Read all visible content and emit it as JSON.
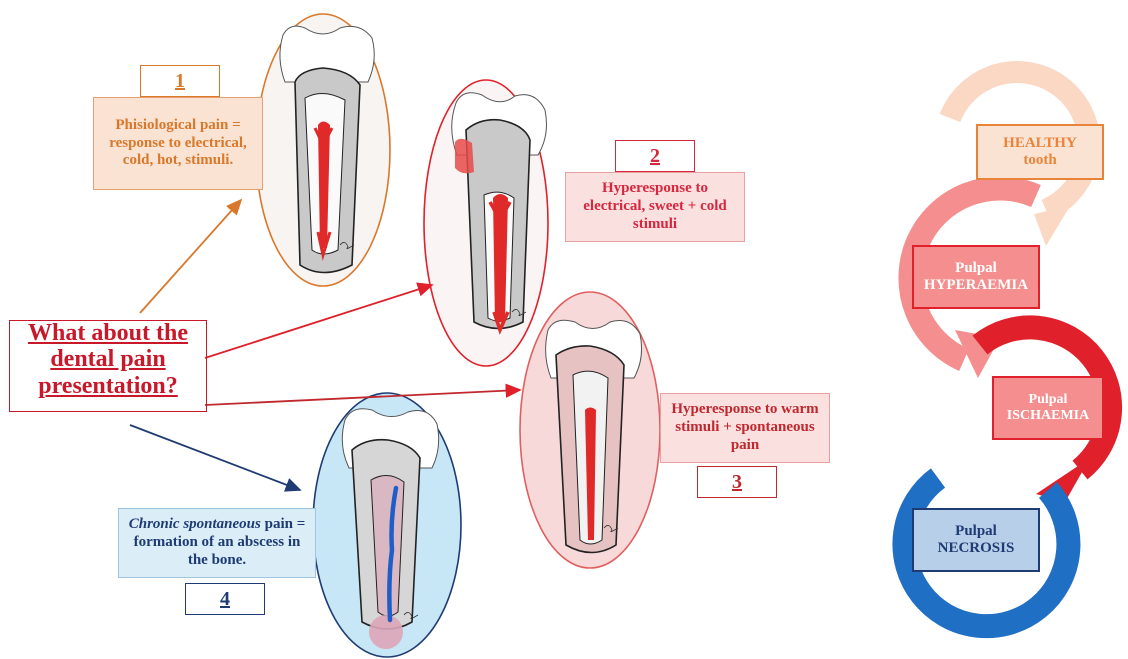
{
  "question": {
    "line1": "What about the",
    "line2": "dental pain",
    "line3": "presentation?"
  },
  "stages": [
    {
      "number": "1",
      "text": "Phisiological pain = response to electrical, cold, hot, stimuli.",
      "color": "#d9782a"
    },
    {
      "number": "2",
      "text": "Hyperesponse to electrical, sweet + cold stimuli",
      "color": "#d7263d"
    },
    {
      "number": "3",
      "text": "Hyperesponse to warm stimuli + spontaneous pain",
      "color": "#c0282e"
    },
    {
      "number": "4",
      "text_italic": "Chronic spontaneous",
      "text_rest": "pain = formation of an abscess in the bone.",
      "color": "#1f3b73"
    }
  ],
  "cycle": {
    "healthy": {
      "line1": "HEALTHY",
      "line2": "tooth",
      "color": "#f4a77a"
    },
    "hyperaemia": {
      "line1": "Pulpal",
      "line2": "HYPERAEMIA",
      "color": "#f08080"
    },
    "ischaemia": {
      "line1": "Pulpal",
      "line2": "ISCHAEMIA",
      "color": "#e0202a"
    },
    "necrosis": {
      "line1": "Pulpal",
      "line2": "NECROSIS",
      "color": "#1f6fc4"
    }
  }
}
